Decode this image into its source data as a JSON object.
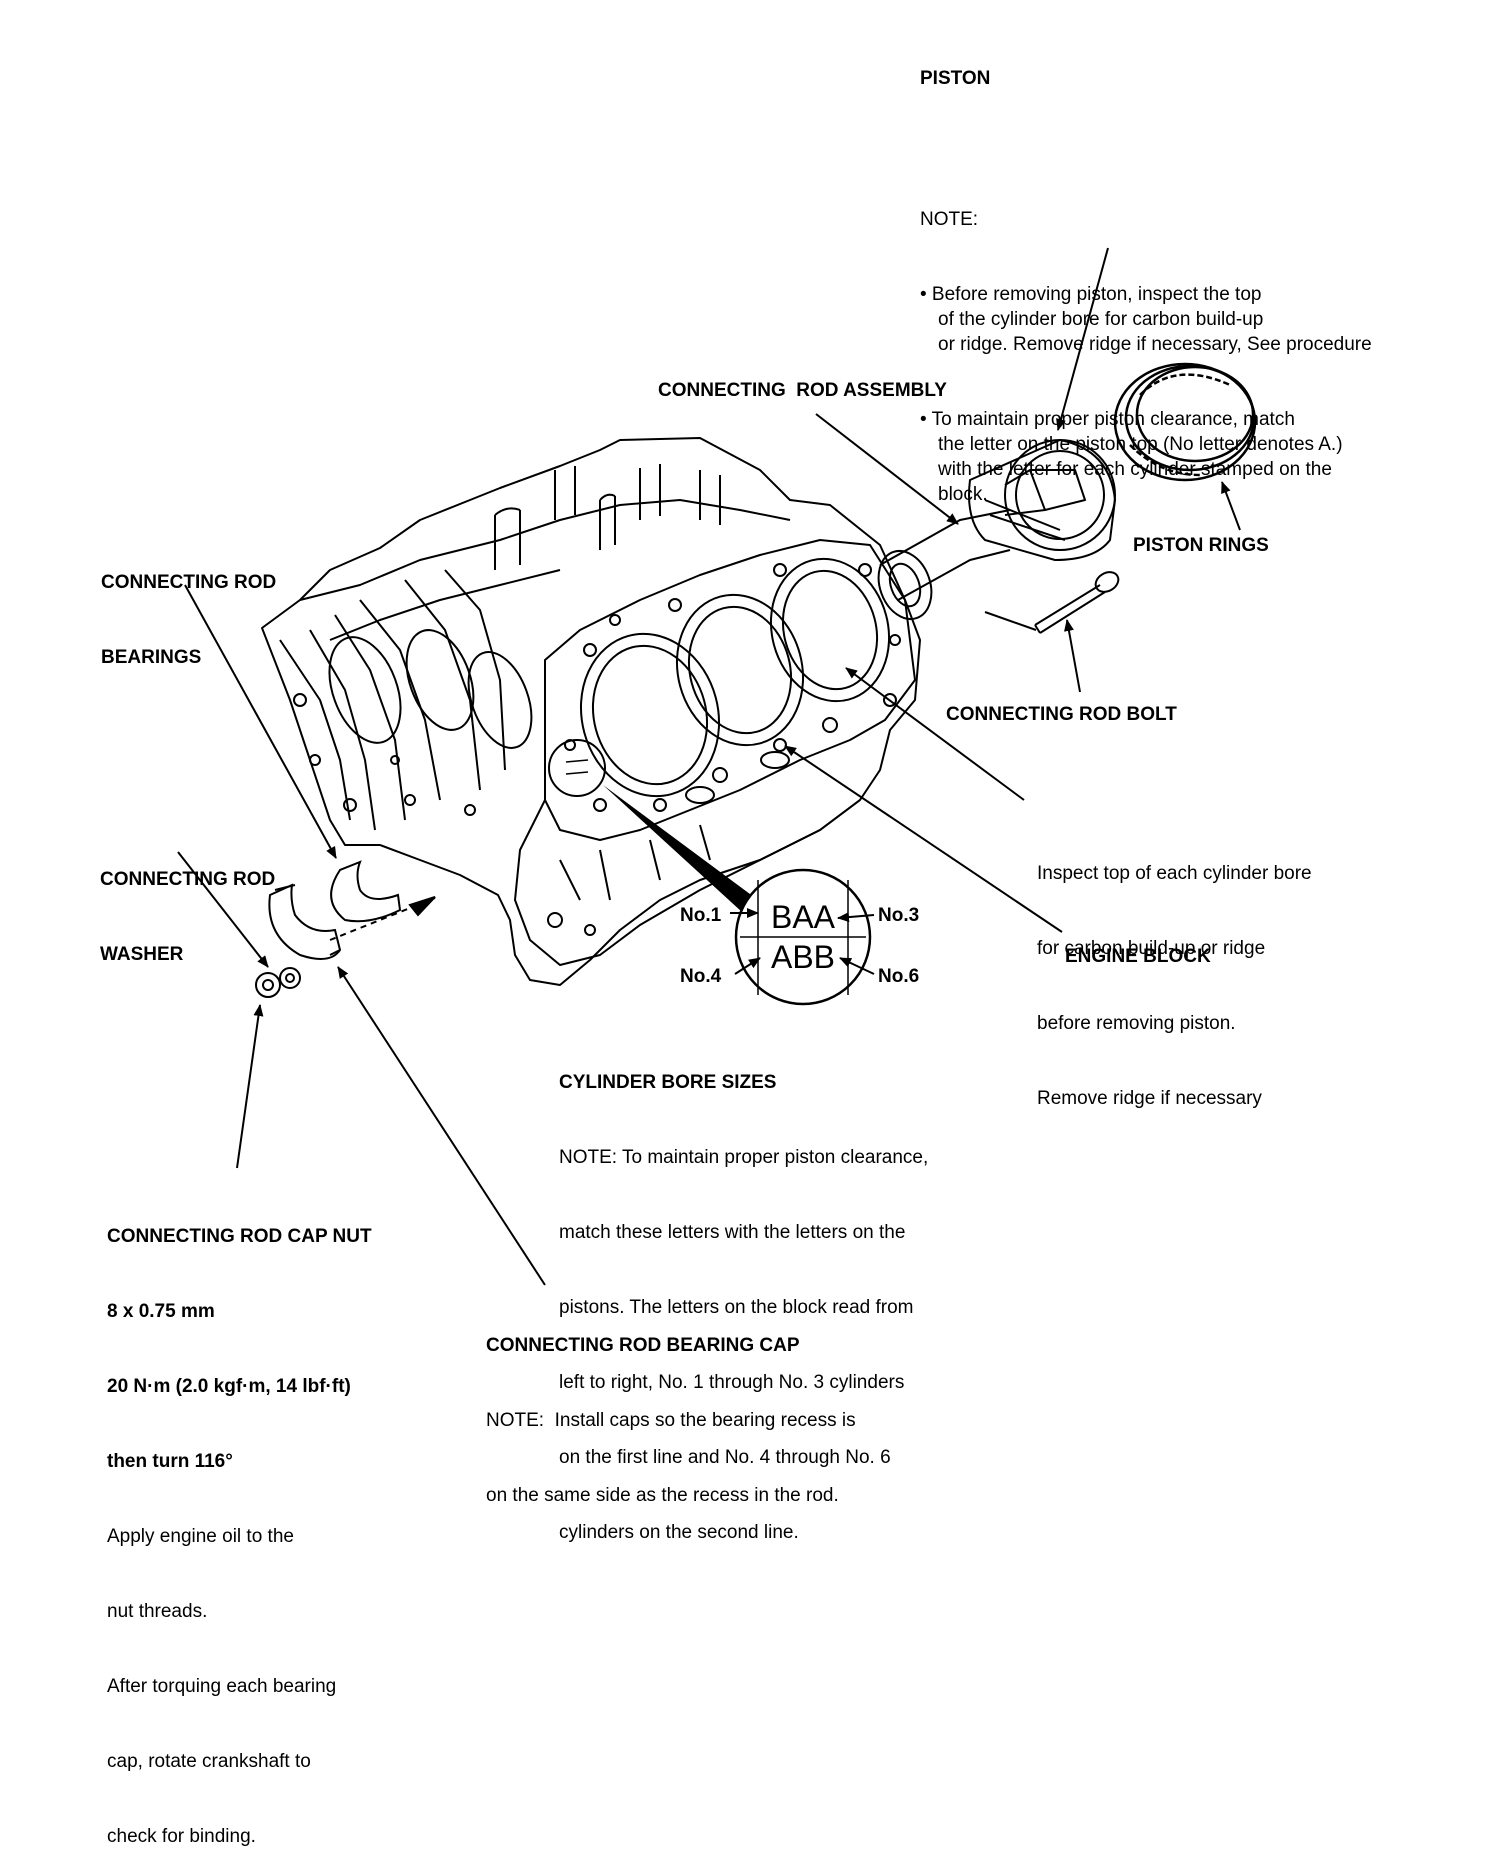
{
  "piston": {
    "title": "PISTON",
    "note_heading": "NOTE:",
    "bullets": [
      [
        "• Before removing piston, inspect the top",
        "of the cylinder bore for carbon build-up",
        "or ridge. Remove ridge if necessary, See procedure"
      ],
      [
        "• To maintain proper piston clearance, match",
        "the letter on the piston top (No letter denotes A.)",
        "with the letter for each cylinder stamped on the",
        "block."
      ]
    ]
  },
  "connecting_rod_assembly": "CONNECTING  ROD ASSEMBLY",
  "piston_rings": "PISTON RINGS",
  "connecting_rod_bearings": [
    "CONNECTING ROD",
    "BEARINGS"
  ],
  "connecting_rod_bolt": "CONNECTING ROD BOLT",
  "inspect_note": [
    "Inspect top of each cylinder bore",
    "for carbon build-up or ridge",
    "before removing piston.",
    "Remove ridge if necessary"
  ],
  "connecting_rod_washer": [
    "CONNECTING ROD",
    "WASHER"
  ],
  "engine_block": "ENGINE BLOCK",
  "bore_stamp": {
    "row1": "BAA",
    "row2": "ABB",
    "no1": "No.1",
    "no3": "No.3",
    "no4": "No.4",
    "no6": "No.6"
  },
  "cylinder_bore_sizes": {
    "title": "CYLINDER BORE SIZES",
    "lines": [
      "NOTE: To maintain proper piston clearance,",
      "match these letters with the letters on the",
      "pistons. The letters on the block read from",
      "left to right, No. 1 through No. 3 cylinders",
      "on the first line and No. 4 through No. 6",
      "cylinders on the second line."
    ]
  },
  "cap_nut": {
    "title": "CONNECTING ROD CAP NUT",
    "spec_lines": [
      "8 x 0.75 mm",
      "20 N·m (2.0 kgf·m, 14 lbf·ft)",
      "then turn 116°"
    ],
    "lines": [
      "Apply engine oil to the",
      "nut threads.",
      "After torquing each bearing",
      "cap, rotate crankshaft to",
      "check for binding."
    ]
  },
  "bearing_cap": {
    "title": "CONNECTING ROD BEARING CAP",
    "lines": [
      "NOTE:  Install caps so the bearing recess is",
      "on the same side as the recess in the rod."
    ]
  }
}
